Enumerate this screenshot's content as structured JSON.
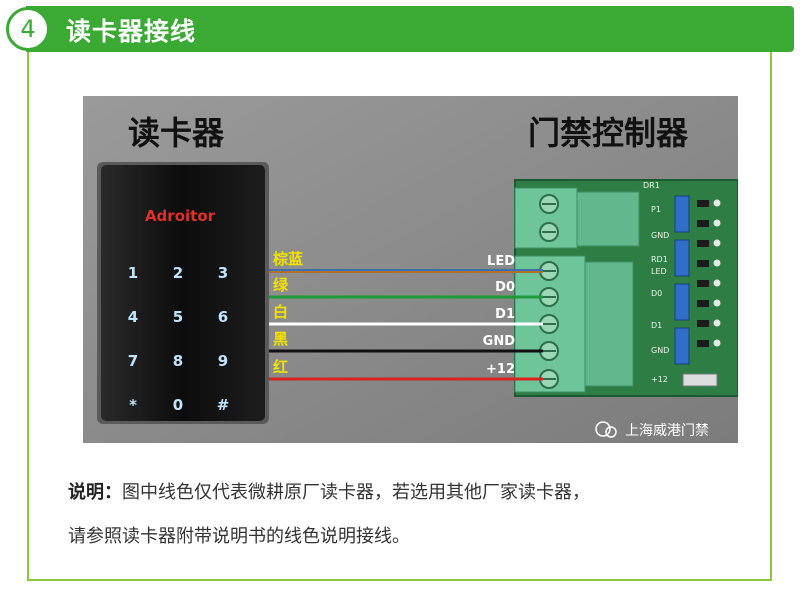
{
  "header": {
    "step": "4",
    "title": "读卡器接线"
  },
  "diagram": {
    "reader_title": "读卡器",
    "controller_title": "门禁控制器",
    "reader_brand": "Adroitor",
    "keypad": [
      "1",
      "2",
      "3",
      "4",
      "5",
      "6",
      "7",
      "8",
      "9",
      "*",
      "0",
      "#"
    ],
    "wires": [
      {
        "color_name": "棕蓝",
        "terminal": "LED",
        "hex": "#3a6fb0",
        "hex2": "#b07030"
      },
      {
        "color_name": "绿",
        "terminal": "D0",
        "hex": "#1f9a3a"
      },
      {
        "color_name": "白",
        "terminal": "D1",
        "hex": "#ffffff"
      },
      {
        "color_name": "黑",
        "terminal": "GND",
        "hex": "#111111"
      },
      {
        "color_name": "红",
        "terminal": "+12",
        "hex": "#d8241d"
      }
    ],
    "board_labels": [
      "DR1",
      "P1",
      "GND",
      "RD1",
      "LED",
      "D0",
      "D1",
      "GND",
      "+12"
    ],
    "watermark": "上海威港门禁"
  },
  "caption": {
    "line1_bold": "说明：",
    "line1": "图中线色仅代表微耕原厂读卡器，若选用其他厂家读卡器，",
    "line2": "请参照读卡器附带说明书的线色说明接线。"
  },
  "colors": {
    "accent": "#3aaa35",
    "frame": "#8cc63f",
    "wire_label": "#f2e200"
  }
}
